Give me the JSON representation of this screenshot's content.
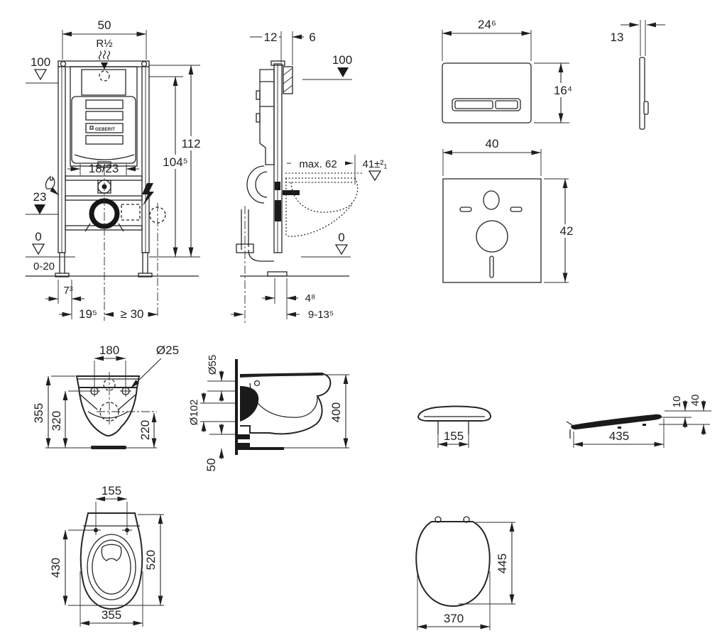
{
  "drawing": {
    "frame_front": {
      "brand": "GEBERIT",
      "dim_width": "50",
      "thread": "R½",
      "datum_top": "100",
      "dim_height_total": "112",
      "dim_height_inner": "104⁵",
      "dim_flush_pipe": "18/23",
      "datum_drain": "23",
      "datum_floor": "0",
      "dim_floor_range": "0-20",
      "dim_leg_offset": "7³",
      "dim_center_offset": "19⁵",
      "dim_side_min": "≥ 30"
    },
    "frame_side": {
      "dim_depth": "12",
      "dim_box": "6",
      "datum_top": "100",
      "dim_max_depth": "max. 62",
      "dim_rim_height": "41±²₁",
      "datum_floor": "0",
      "dim_wall": "4⁸",
      "dim_lining": "9-13⁵"
    },
    "plate_front": {
      "dim_width": "24⁶",
      "dim_height": "16⁴"
    },
    "plate_side": {
      "dim_thickness": "13"
    },
    "mat": {
      "dim_width": "40",
      "dim_height": "42"
    },
    "bowl_front": {
      "dim_hole_spacing": "180",
      "dim_hole_dia": "Ø25",
      "dim_height": "355",
      "dim_height_inner": "320",
      "dim_height_drain": "220"
    },
    "bowl_side": {
      "dim_inlet": "Ø55",
      "dim_outlet": "Ø102",
      "dim_height": "400",
      "dim_bottom": "50"
    },
    "seat_front": {
      "dim_pin_spacing": "155"
    },
    "seat_side": {
      "dim_length": "435",
      "dim_thickness": "10",
      "dim_height": "40"
    },
    "bowl_top": {
      "dim_hole_spacing": "155",
      "dim_inner_length": "430",
      "dim_length": "520",
      "dim_width": "355"
    },
    "seat_top": {
      "dim_length": "445",
      "dim_width": "370"
    }
  }
}
